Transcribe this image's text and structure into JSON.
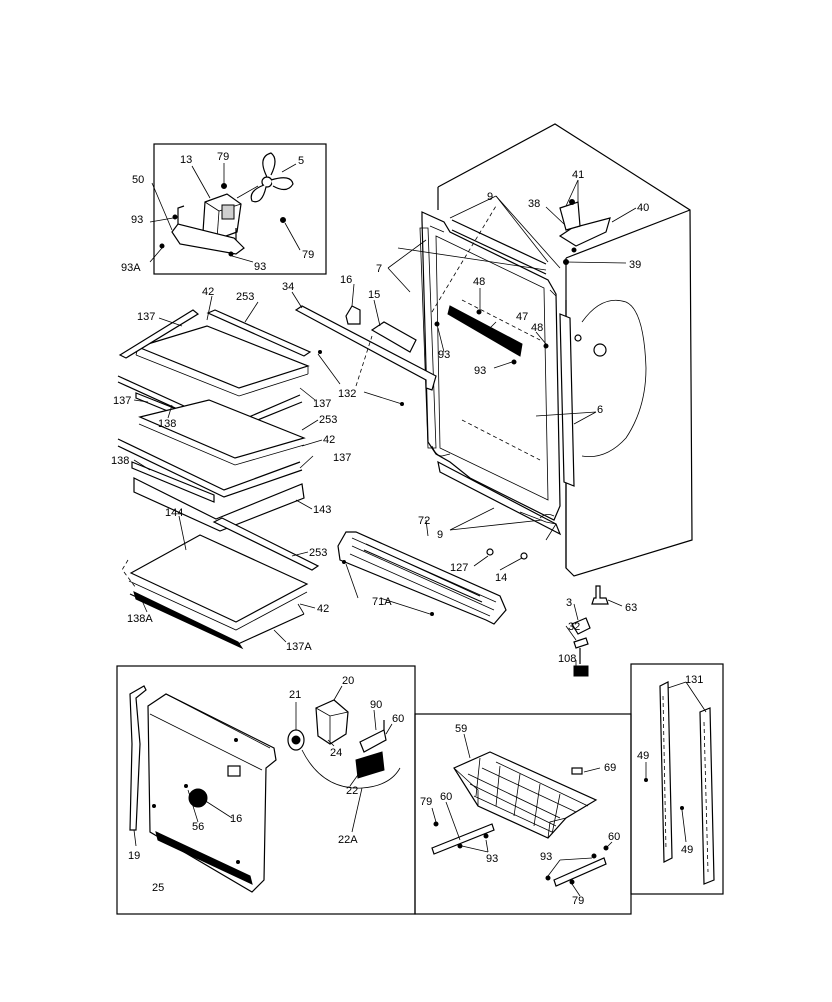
{
  "callouts": {
    "c13": "13",
    "c79a": "79",
    "c5": "5",
    "c50": "50",
    "c93a": "93",
    "c93Aa": "93A",
    "c93b": "93",
    "c79b": "79",
    "c16": "16",
    "c34": "34",
    "c15": "15",
    "c42a": "42",
    "c253a": "253",
    "c137a": "137",
    "c132": "132",
    "c137b": "137",
    "c137c": "137",
    "c138a": "138",
    "c253b": "253",
    "c42b": "42",
    "c138b": "138",
    "c137d": "137",
    "c143": "143",
    "c144": "144",
    "c253c": "253",
    "c138A": "138A",
    "c42c": "42",
    "c137A": "137A",
    "c7": "7",
    "c9a": "9",
    "c48a": "48",
    "c47": "47",
    "c48b": "48",
    "c93c": "93",
    "c93d": "93",
    "c6": "6",
    "c41": "41",
    "c38": "38",
    "c40": "40",
    "c39": "39",
    "c72": "72",
    "c9b": "9",
    "c127": "127",
    "c14": "14",
    "c71A": "71A",
    "c3": "3",
    "c63": "63",
    "c32": "32",
    "c108": "108",
    "c20": "20",
    "c21": "21",
    "c90": "90",
    "c60a": "60",
    "c24": "24",
    "c22": "22",
    "c16b": "16",
    "c56": "56",
    "c19": "19",
    "c22A": "22A",
    "c25": "25",
    "c59": "59",
    "c69": "69",
    "c79c": "79",
    "c60b": "60",
    "c93e": "93",
    "c60c": "60",
    "c93f": "93",
    "c79d": "79",
    "c131": "131",
    "c49a": "49",
    "c49b": "49"
  }
}
